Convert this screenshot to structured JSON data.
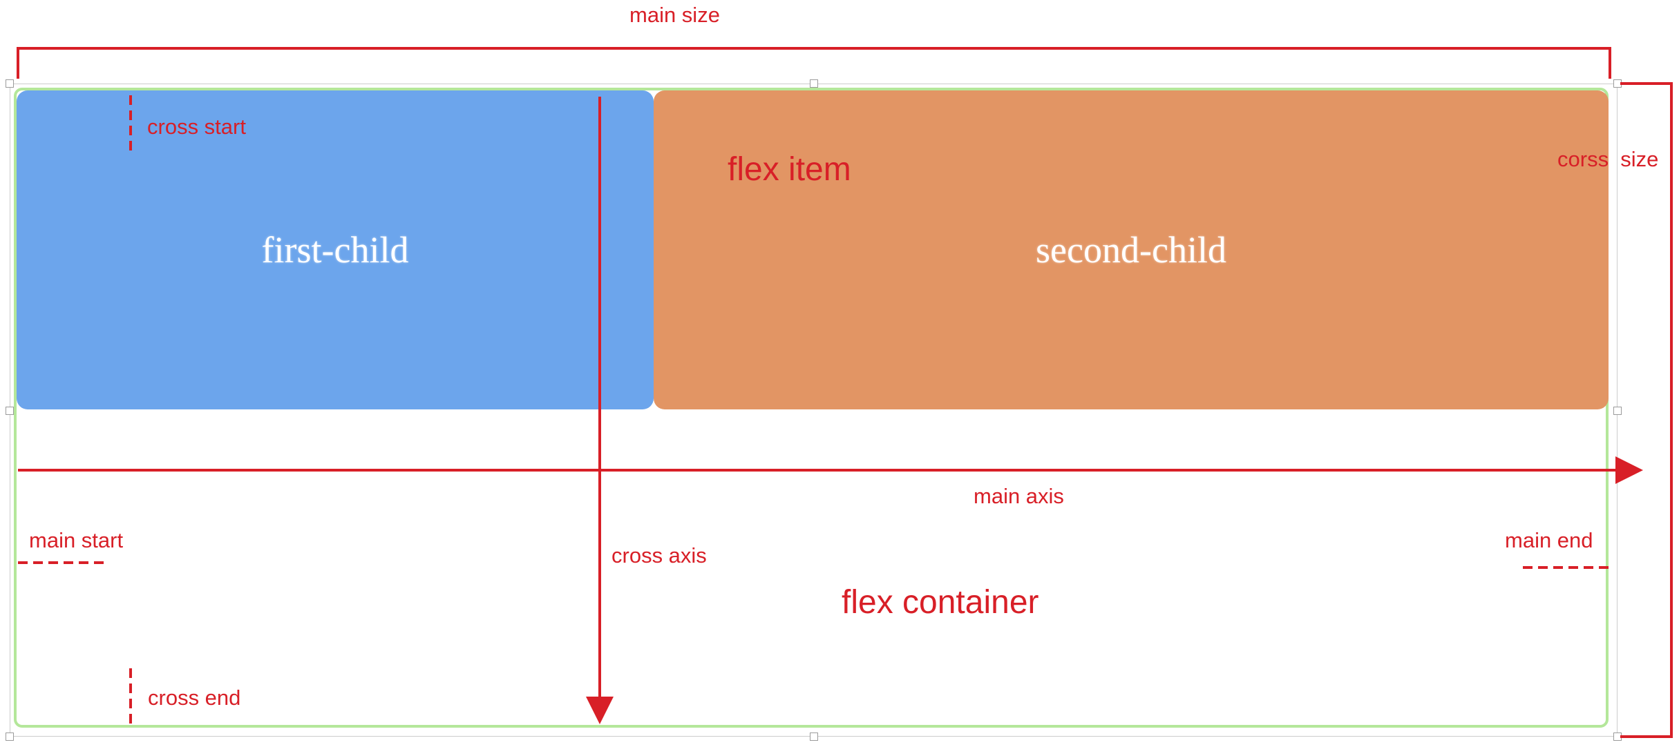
{
  "diagram": {
    "top_label": "main size",
    "right_label": "corss  size",
    "items": {
      "first_child": "first-child",
      "second_child": "second-child",
      "item_label": "flex item"
    },
    "container_label": "flex container",
    "axes": {
      "main_axis": "main axis",
      "cross_axis": "cross axis"
    },
    "markers": {
      "main_start": "main start",
      "main_end": "main end",
      "cross_start": "cross start",
      "cross_end": "cross end"
    }
  },
  "colors": {
    "annotation": "#d81f27",
    "first_child": "#6ca5ec",
    "second_child": "#e29564",
    "container_border": "#b4e79a"
  }
}
